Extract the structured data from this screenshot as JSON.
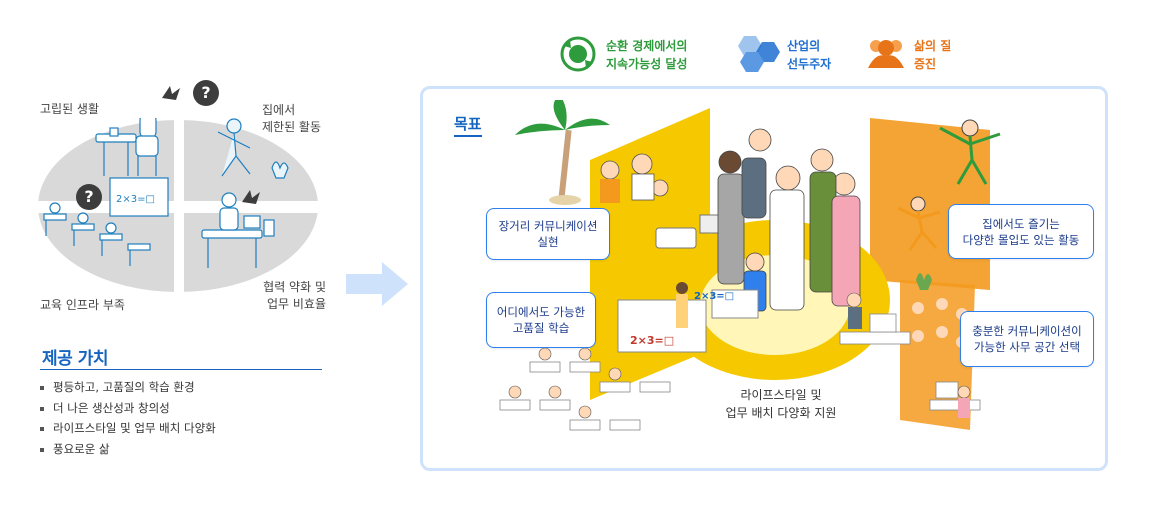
{
  "left_panel": {
    "quadrant_labels": {
      "isolated_life": "고립된 생활",
      "limited_activity_line1": "집에서",
      "limited_activity_line2": "제한된 활동",
      "education_infra": "교육 인프라 부족",
      "collab_line1": "협력 약화 및",
      "collab_line2": "업무 비효율"
    },
    "board_text": "2×3=□"
  },
  "value_section": {
    "title": "제공 가치",
    "items": [
      "평등하고, 고품질의 학습 환경",
      "더 나은 생산성과 창의성",
      "라이프스타일 및 업무 배치 다양화",
      "풍요로운 삶"
    ]
  },
  "legend": [
    {
      "line1": "순환 경제에서의",
      "line2": "지속가능성 달성",
      "color": "#2e9b3c",
      "icon": "recycle-globe-icon"
    },
    {
      "line1": "산업의",
      "line2": "선두주자",
      "color": "#1e6fd0",
      "icon": "hexagon-cluster-icon"
    },
    {
      "line1": "삶의 질",
      "line2": "증진",
      "color": "#e8741a",
      "icon": "people-icon"
    }
  ],
  "goal_panel": {
    "title": "목표",
    "bubbles": {
      "remote_comm_line1": "장거리 커뮤니케이션",
      "remote_comm_line2": "실현",
      "learning_line1": "어디에서도 가능한",
      "learning_line2": "고품질 학습",
      "home_line1": "집에서도 즐기는",
      "home_line2": "다양한 몰입도 있는 활동",
      "office_line1": "충분한 커뮤니케이션이",
      "office_line2": "가능한 사무 공간 선택"
    },
    "center_caption_line1": "라이프스타일 및",
    "center_caption_line2": "업무 배치 다양화 지원",
    "board_text": "2×3=□"
  },
  "colors": {
    "accent_blue": "#1565c0",
    "yellow": "#f5c800",
    "orange": "#f39a1e",
    "gray_pie": "#d8d8d8",
    "arrow": "#cfe2fb"
  }
}
